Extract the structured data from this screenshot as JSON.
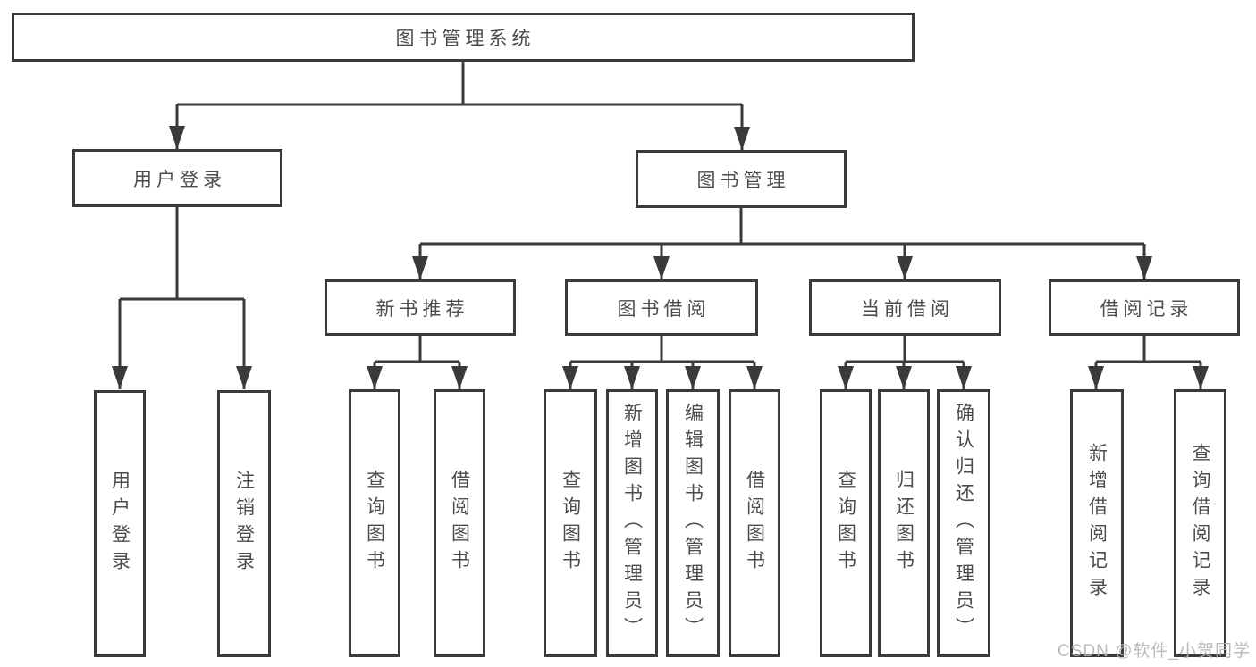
{
  "tree": {
    "label": "图书管理系统",
    "children": [
      {
        "label": "用户登录",
        "children": [
          {
            "label": "用户登录"
          },
          {
            "label": "注销登录"
          }
        ]
      },
      {
        "label": "图书管理",
        "children": [
          {
            "label": "新书推荐",
            "children": [
              {
                "label": "查询图书"
              },
              {
                "label": "借阅图书"
              }
            ]
          },
          {
            "label": "图书借阅",
            "children": [
              {
                "label": "查询图书"
              },
              {
                "label": "新增图书（管理员）"
              },
              {
                "label": "编辑图书（管理员）"
              },
              {
                "label": "借阅图书"
              }
            ]
          },
          {
            "label": "当前借阅",
            "children": [
              {
                "label": "查询图书"
              },
              {
                "label": "归还图书"
              },
              {
                "label": "确认归还（管理员）"
              }
            ]
          },
          {
            "label": "借阅记录",
            "children": [
              {
                "label": "新增借阅记录"
              },
              {
                "label": "查询借阅记录"
              }
            ]
          }
        ]
      }
    ]
  },
  "watermark": {
    "text": "CSDN @软件_小贺同学"
  },
  "colors": {
    "line": "#3a3a3a",
    "text": "#4c4c4c",
    "background": "#ffffff",
    "watermark": "#b3b3b3"
  }
}
